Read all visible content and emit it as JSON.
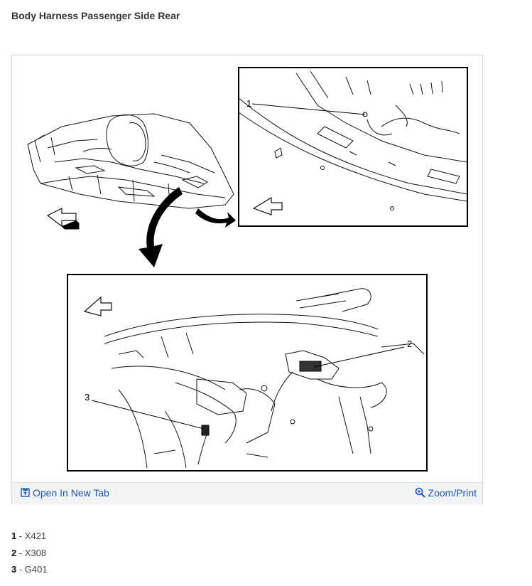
{
  "page": {
    "title": "Body Harness Passenger Side Rear"
  },
  "diagram": {
    "callouts": [
      "1",
      "2",
      "3"
    ]
  },
  "toolbar": {
    "open_tab_label": "Open In New Tab",
    "zoom_label": "Zoom/Print",
    "accent_color": "#1a56b0"
  },
  "legend": [
    {
      "num": "1",
      "sep": " - ",
      "code": "X421"
    },
    {
      "num": "2",
      "sep": " - ",
      "code": "X308"
    },
    {
      "num": "3",
      "sep": " - ",
      "code": "G401"
    }
  ]
}
